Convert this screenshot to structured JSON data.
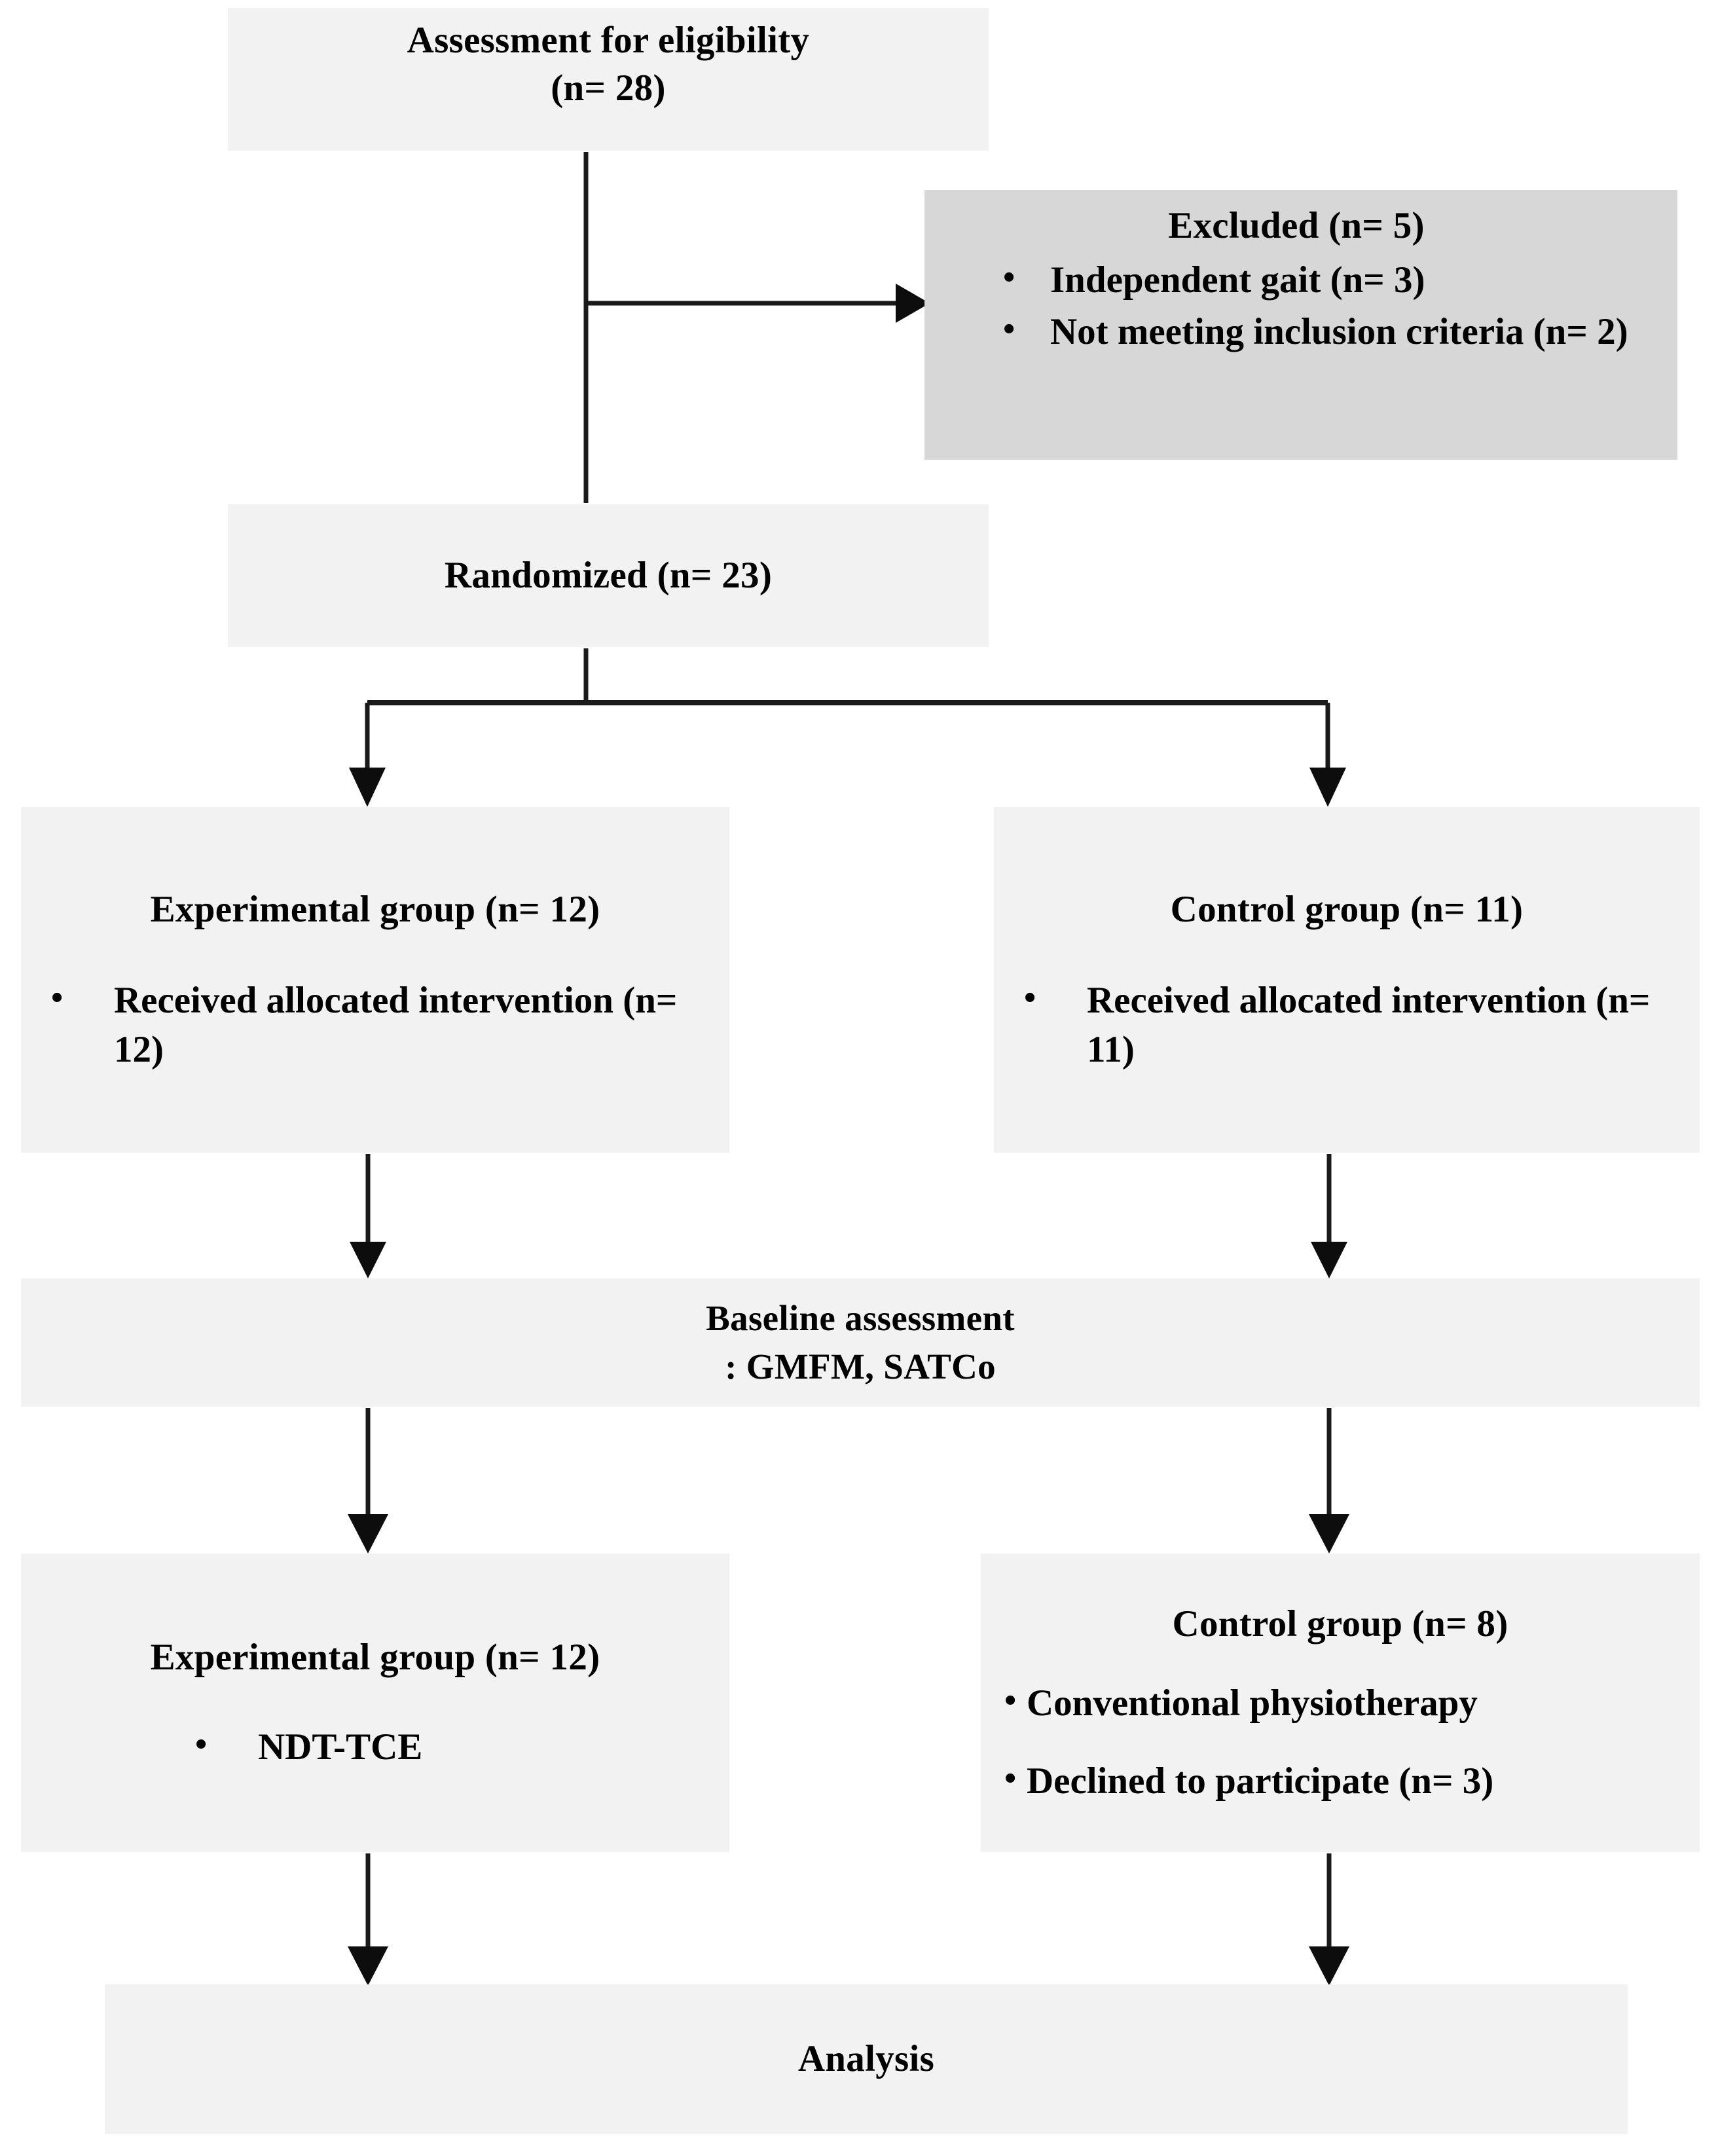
{
  "diagram": {
    "title": "CONSORT participant flow diagram",
    "colors": {
      "box_fill": "#f2f2f2",
      "box_fill_shaded": "#d7d7d7",
      "connector": "#1a1a1a",
      "text": "#000000",
      "background": "#ffffff"
    }
  },
  "nodes": {
    "assessment": {
      "line1": "Assessment for eligibility",
      "line2": "(n= 28)"
    },
    "excluded": {
      "title": "Excluded (n= 5)",
      "bullets": [
        "Independent gait (n= 3)",
        "Not meeting inclusion criteria  (n= 2)"
      ],
      "bullet_glyph": "•"
    },
    "randomized": {
      "title": "Randomized (n= 23)"
    },
    "experimental_allocation": {
      "title": "Experimental group (n= 12)",
      "bullets": [
        "Received allocated intervention (n= 12)"
      ],
      "bullet_glyph": "•"
    },
    "control_allocation": {
      "title": "Control group (n= 11)",
      "bullets": [
        "Received allocated intervention (n= 11)"
      ],
      "bullet_glyph": "•"
    },
    "baseline": {
      "line1": "Baseline assessment",
      "line2": ": GMFM, SATCo"
    },
    "experimental_intervention": {
      "title": "Experimental group (n= 12)",
      "bullets": [
        "NDT-TCE"
      ],
      "bullet_glyph": "•"
    },
    "control_intervention": {
      "title": "Control group (n= 8)",
      "bullets": [
        "Conventional physiotherapy",
        "Declined to participate (n= 3)"
      ],
      "bullet_glyph": "•"
    },
    "analysis": {
      "title": "Analysis"
    }
  },
  "chart_data": {
    "type": "flowchart",
    "title": "CONSORT participant flow diagram",
    "stages": [
      {
        "id": "assessment",
        "label": "Assessment for eligibility",
        "n": 28
      },
      {
        "id": "excluded",
        "label": "Excluded",
        "n": 5,
        "reasons": [
          {
            "label": "Independent gait",
            "n": 3
          },
          {
            "label": "Not meeting inclusion criteria",
            "n": 2
          }
        ]
      },
      {
        "id": "randomized",
        "label": "Randomized",
        "n": 23
      },
      {
        "id": "experimental_allocation",
        "label": "Experimental group",
        "n": 12,
        "detail": "Received allocated intervention",
        "detail_n": 12
      },
      {
        "id": "control_allocation",
        "label": "Control group",
        "n": 11,
        "detail": "Received allocated intervention",
        "detail_n": 11
      },
      {
        "id": "baseline",
        "label": "Baseline assessment : GMFM, SATCo"
      },
      {
        "id": "experimental_intervention",
        "label": "Experimental group",
        "n": 12,
        "detail": "NDT-TCE"
      },
      {
        "id": "control_intervention",
        "label": "Control group",
        "n": 8,
        "detail": "Conventional physiotherapy",
        "declined_n": 3
      },
      {
        "id": "analysis",
        "label": "Analysis"
      }
    ],
    "edges": [
      {
        "from": "assessment",
        "to": "randomized"
      },
      {
        "from": "assessment",
        "to": "excluded"
      },
      {
        "from": "randomized",
        "to": "experimental_allocation"
      },
      {
        "from": "randomized",
        "to": "control_allocation"
      },
      {
        "from": "experimental_allocation",
        "to": "baseline"
      },
      {
        "from": "control_allocation",
        "to": "baseline"
      },
      {
        "from": "baseline",
        "to": "experimental_intervention"
      },
      {
        "from": "baseline",
        "to": "control_intervention"
      },
      {
        "from": "experimental_intervention",
        "to": "analysis"
      },
      {
        "from": "control_intervention",
        "to": "analysis"
      }
    ]
  }
}
